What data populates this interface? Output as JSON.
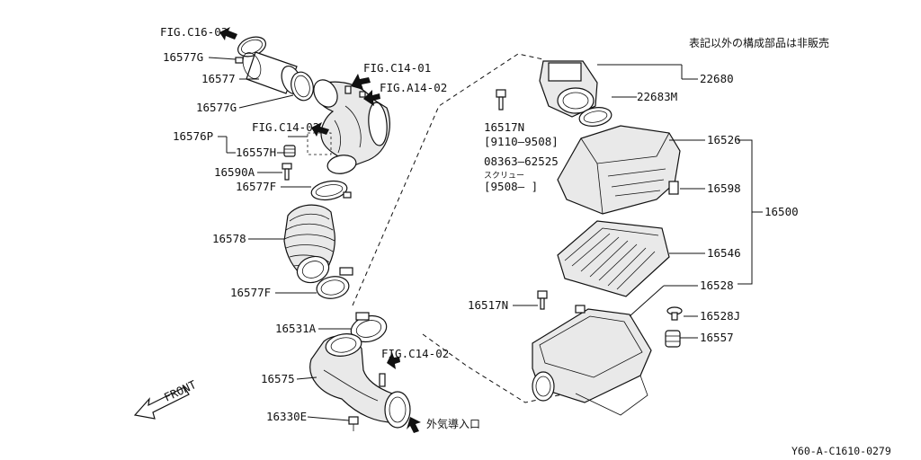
{
  "header": {
    "note": "表記以外の構成部品は非販売"
  },
  "footer": {
    "code": "Y60-A-C1610-0279"
  },
  "front": {
    "label": "FRONT"
  },
  "references": {
    "c16_03": "FIG.C16-03",
    "c14_01": "FIG.C14-01",
    "a14_02": "FIG.A14-02",
    "c14_02a": "FIG.C14-02",
    "c14_02b": "FIG.C14-02",
    "intake": "外気導入口"
  },
  "parts": {
    "p16577g_top": "16577G",
    "p16577": "16577",
    "p16577g_mid": "16577G",
    "p16576p": "16576P",
    "p16557h": "16557H",
    "p16590a": "16590A",
    "p16577f_top": "16577F",
    "p16578": "16578",
    "p16577f_bot": "16577F",
    "p16531a": "16531A",
    "p16575": "16575",
    "p16330e": "16330E",
    "p22680": "22680",
    "p22683m": "22683M",
    "p16517n_top": "16517N",
    "range1": "[9110—9508]",
    "p08363": "08363—62525",
    "screw": "スクリュー",
    "range2": "[9508—      ]",
    "p16526": "16526",
    "p16598": "16598",
    "p16500": "16500",
    "p16546": "16546",
    "p16528": "16528",
    "p16517n_bot": "16517N",
    "p16528j": "16528J",
    "p16557": "16557"
  }
}
